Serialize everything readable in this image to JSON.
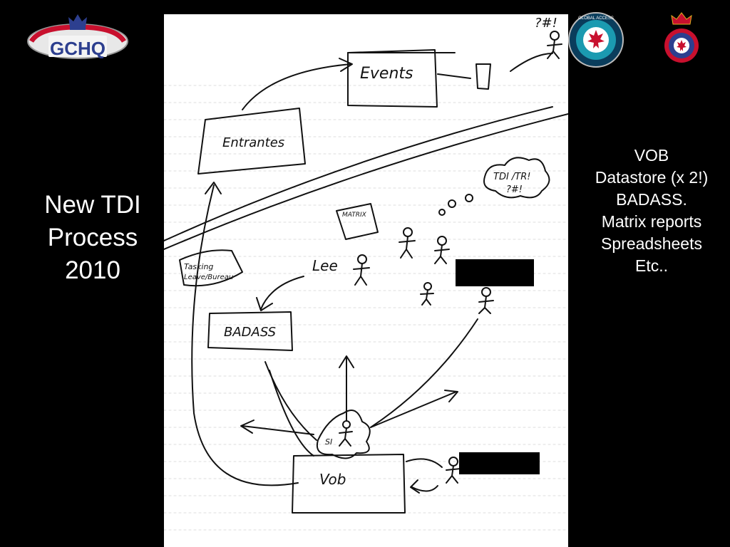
{
  "slide": {
    "title_lines": [
      "New TDI",
      "Process",
      "2010"
    ],
    "bullets": [
      "VOB",
      "Datastore (x 2!)",
      "BADASS.",
      "Matrix reports",
      "Spreadsheets",
      "Etc.."
    ]
  },
  "logos": {
    "gchq_text": "GCHQ",
    "global_access_text": "GLOBAL ACCESS",
    "gchq_color": "#2d3f8f",
    "accent_red": "#c8102e"
  },
  "sketch": {
    "events_label": "Events",
    "entrantes_label": "Entrantes",
    "tdi_bubble_line1": "TDI /TR!",
    "tdi_bubble_line2": "?#!",
    "exclaim_label": "?#!",
    "matrix_label": "MATRIX",
    "tasking_label_line1": "Tasking",
    "tasking_label_line2": "Leave/Bureau",
    "lee_label": "Lee",
    "badass_label": "BADASS",
    "vob_label": "Vob",
    "si_label": "SI"
  }
}
